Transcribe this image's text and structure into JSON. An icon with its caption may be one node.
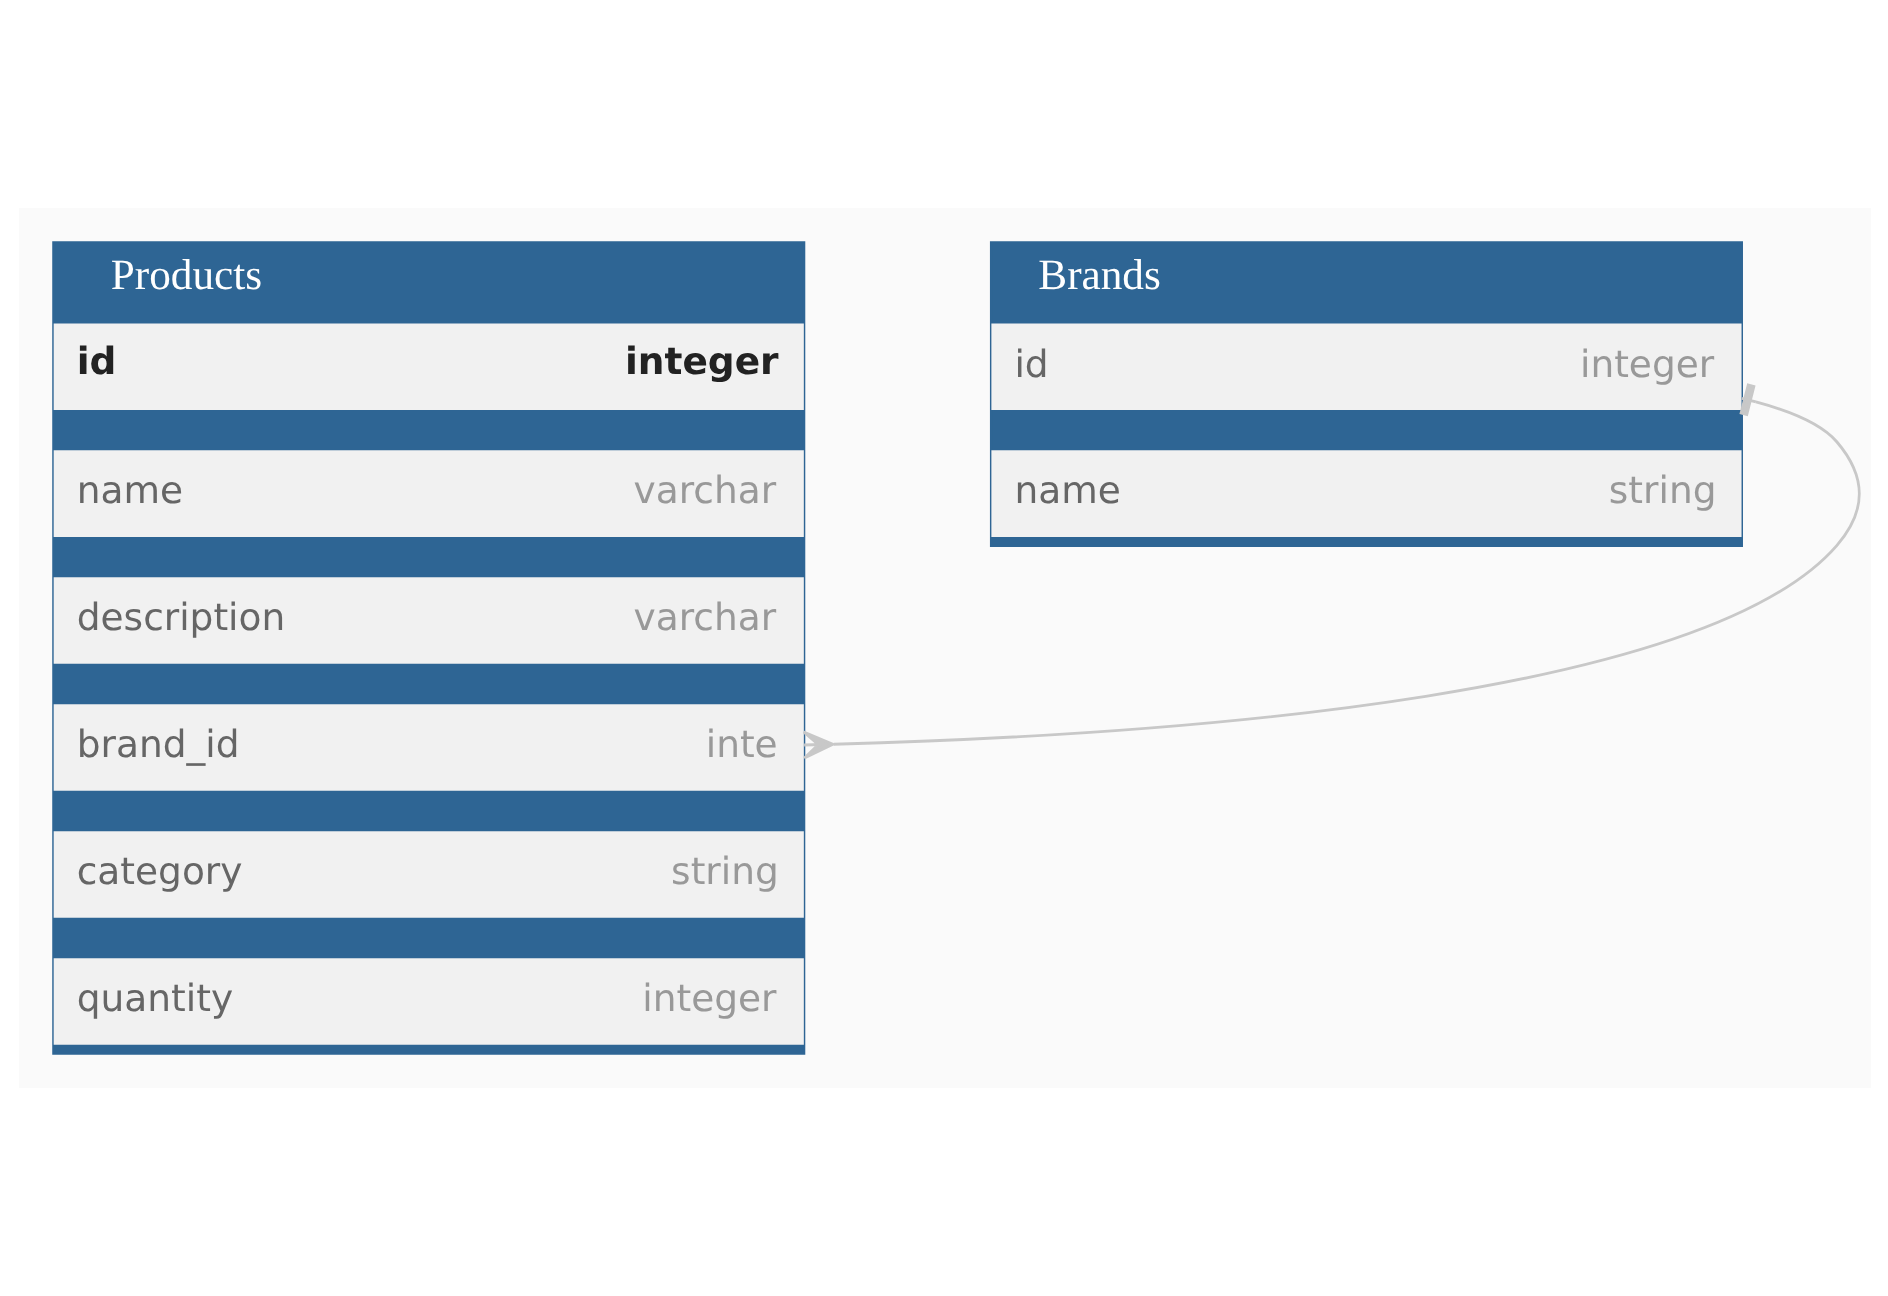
{
  "diagram": {
    "nodes": [
      {
        "text": [
          "Products"
        ]
      },
      {
        "text": [
          "id",
          "integer"
        ],
        "in": 0
      },
      {
        "text": [
          "name",
          "varchar"
        ],
        "in": 0
      },
      {
        "text": [
          "description",
          "varchar"
        ],
        "in": 0
      },
      {
        "text": [
          "brand_id",
          "inte"
        ],
        "in": 0
      },
      {
        "text": [
          "category",
          "string"
        ],
        "in": 0
      },
      {
        "text": [
          "quantity",
          "integer"
        ],
        "in": 0
      },
      {
        "text": [
          "Brands"
        ]
      },
      {
        "text": [
          "id",
          "integer"
        ],
        "in": 7
      },
      {
        "text": [
          "name",
          "string"
        ],
        "in": 7
      }
    ],
    "edges": [
      {
        "from": 4,
        "to": 8,
        "arrow": "other"
      }
    ]
  }
}
